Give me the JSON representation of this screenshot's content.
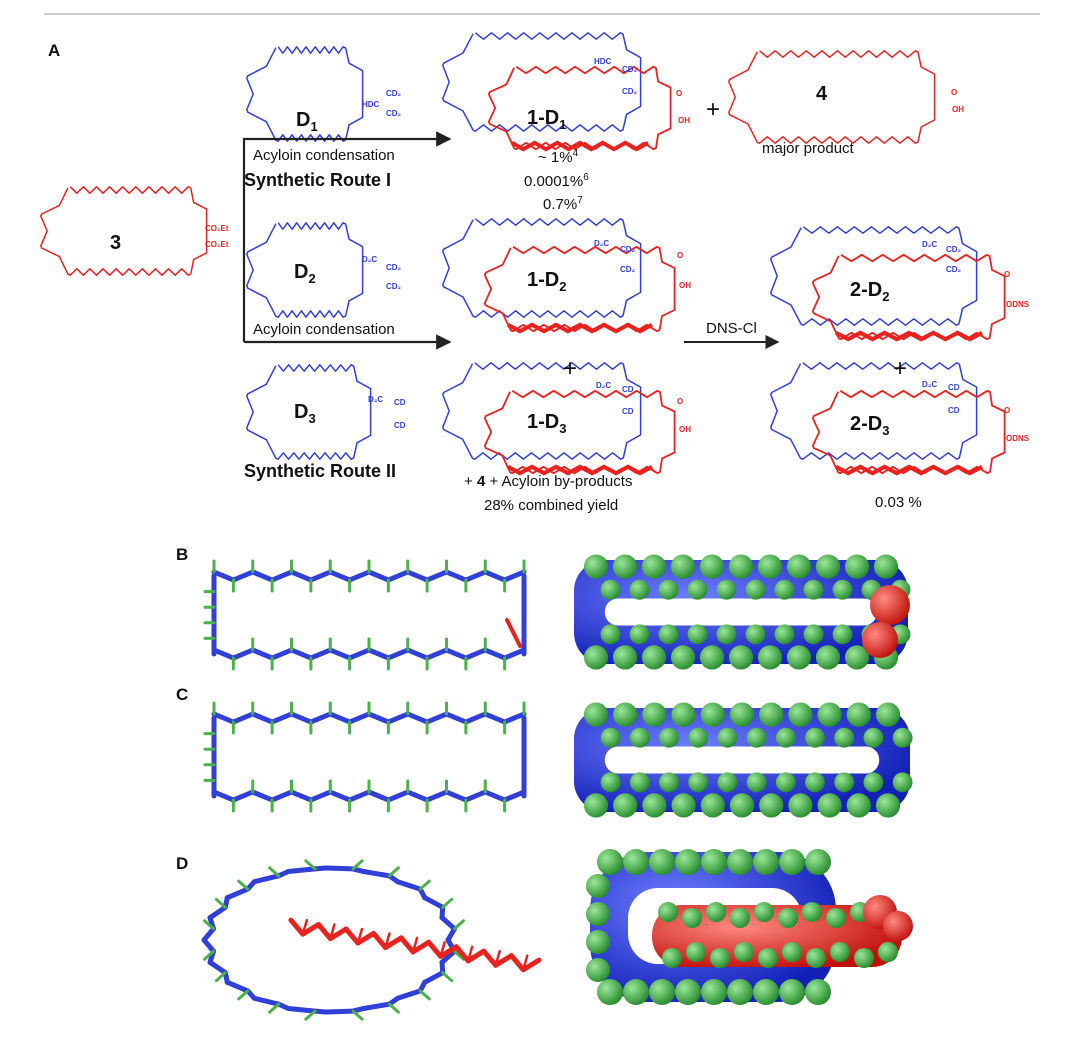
{
  "panels": {
    "a": "A",
    "b": "B",
    "c": "C",
    "d": "D"
  },
  "compounds": {
    "c3": "3",
    "d1": "D",
    "d1_sub": "1",
    "d2": "D",
    "d2_sub": "2",
    "d3": "D",
    "d3_sub": "3",
    "p1d1": "1-D",
    "p1d1_sub": "1",
    "p1d2": "1-D",
    "p1d2_sub": "2",
    "p1d3": "1-D",
    "p1d3_sub": "3",
    "p2d2": "2-D",
    "p2d2_sub": "2",
    "p2d3": "2-D",
    "p2d3_sub": "3",
    "c4": "4"
  },
  "atoms": {
    "co2et1": "CO₂Et",
    "co2et2": "CO₂Et",
    "hdc": "HDC",
    "cd2": "CD₂",
    "d2c": "D₂C",
    "cd": "CD",
    "o": "O",
    "oh": "OH",
    "odns": "ODNS"
  },
  "route1": {
    "reaction": "Acyloin condensation",
    "name": "Synthetic Route I",
    "yields": [
      "~ 1%",
      "0.0001%",
      "0.7%"
    ],
    "refs": [
      "4",
      "6",
      "7"
    ],
    "major": "major product"
  },
  "route2": {
    "reaction": "Acyloin condensation",
    "name": "Synthetic Route II",
    "byproducts_pre": "+ ",
    "byproducts_bold": "4",
    "byproducts_post": " + Acyloin by-products",
    "combined": "28% combined yield",
    "reagent": "DNS-Cl",
    "final_yield": "0.03 %"
  },
  "colors": {
    "blue": "#2f3fd8",
    "red": "#e8231f",
    "green": "#49b24a",
    "arrow": "#222222"
  }
}
